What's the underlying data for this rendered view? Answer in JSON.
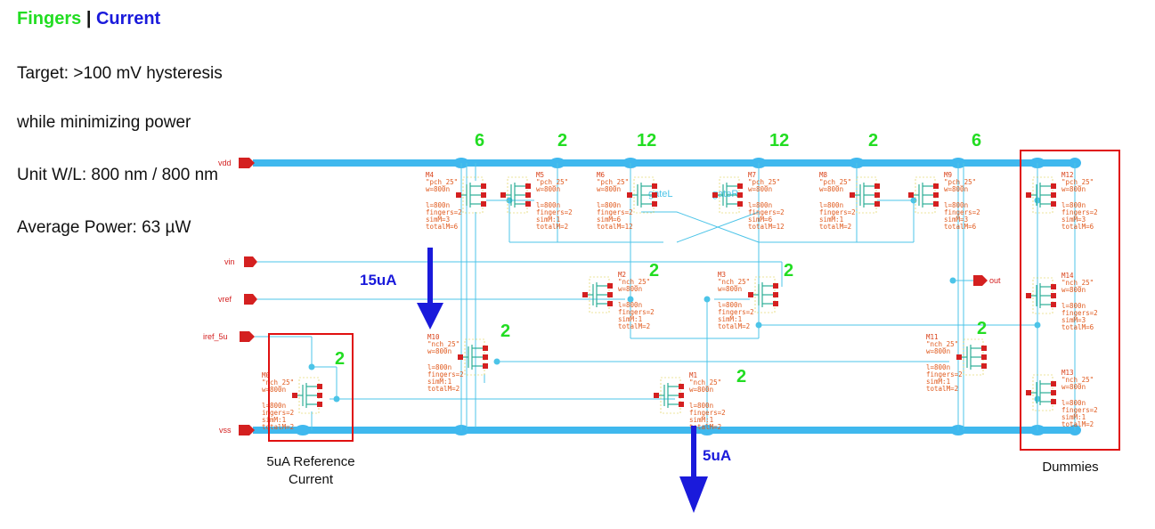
{
  "header": {
    "fingers": "Fingers",
    "separator": "|",
    "current": "Current"
  },
  "notes": {
    "target": "Target: >100 mV hysteresis",
    "power_goal": "while minimizing power",
    "unit_wl": "Unit W/L: 800 nm / 800 nm",
    "avg_power": "Average Power: 63 µW"
  },
  "pins": {
    "vdd": "vdd",
    "vin": "vin",
    "vref": "vref",
    "iref": "iref_5u",
    "vss": "vss",
    "out": "out"
  },
  "gate_labels": {
    "gateL": "gateL",
    "gateR": "gateR"
  },
  "fingers": {
    "M4": "6",
    "M5": "2",
    "M6": "12",
    "M7": "12",
    "M8": "2",
    "M9": "6",
    "M2": "2",
    "M3": "2",
    "M10": "2",
    "M0": "2",
    "M1": "2",
    "M11": "2"
  },
  "currents": {
    "i15": "15uA",
    "i5": "5uA"
  },
  "boxes": {
    "reference": [
      "5uA Reference",
      "Current"
    ],
    "dummies": "Dummies"
  },
  "transistors": {
    "M4": {
      "name": "M4",
      "model": "\"pch_25\"",
      "w": "w=800n",
      "l": "l=800n",
      "fingers": "fingers=2",
      "simm": "simM=3",
      "total": "totalM=6"
    },
    "M5": {
      "name": "M5",
      "model": "\"pch_25\"",
      "w": "w=800n",
      "l": "l=800n",
      "fingers": "fingers=2",
      "simm": "simM:1",
      "total": "totalM=2"
    },
    "M6": {
      "name": "M6",
      "model": "\"pch_25\"",
      "w": "w=800n",
      "l": "l=800n",
      "fingers": "fingers=2",
      "simm": "simM=6",
      "total": "totalM=12"
    },
    "M7": {
      "name": "M7",
      "model": "\"pch_25\"",
      "w": "w=800n",
      "l": "l=800n",
      "fingers": "fingers=2",
      "simm": "simM=6",
      "total": "totalM=12"
    },
    "M8": {
      "name": "M8",
      "model": "\"pch_25\"",
      "w": "w=800n",
      "l": "l=800n",
      "fingers": "fingers=2",
      "simm": "simM:1",
      "total": "totalM=2"
    },
    "M9": {
      "name": "M9",
      "model": "\"pch_25\"",
      "w": "w=800n",
      "l": "l=800n",
      "fingers": "fingers=2",
      "simm": "simM=3",
      "total": "totalM=6"
    },
    "M2": {
      "name": "M2",
      "model": "\"nch_25\"",
      "w": "w=800n",
      "l": "l=800n",
      "fingers": "fingers=2",
      "simm": "simM:1",
      "total": "totalM=2"
    },
    "M3": {
      "name": "M3",
      "model": "\"nch_25\"",
      "w": "w=800n",
      "l": "l=800n",
      "fingers": "fingers=2",
      "simm": "simM:1",
      "total": "totalM=2"
    },
    "M10": {
      "name": "M10",
      "model": "\"nch_25\"",
      "w": "w=800n",
      "l": "l=800n",
      "fingers": "fingers=2",
      "simm": "simM:1",
      "total": "totalM=2"
    },
    "M0": {
      "name": "M0",
      "model": "\"nch_25\"",
      "w": "w=800n",
      "l": "l=800n",
      "fingers": "ingers=2",
      "simm": "simM:1",
      "total": "totalM=2"
    },
    "M1": {
      "name": "M1",
      "model": "\"nch_25\"",
      "w": "w=800n",
      "l": "l=800n",
      "fingers": "fingers=2",
      "simm": "simM:1",
      "total": "totalM=2"
    },
    "M11": {
      "name": "M11",
      "model": "\"nch_25\"",
      "w": "w=800n",
      "l": "l=800n",
      "fingers": "fingers=2",
      "simm": "simM:1",
      "total": "totalM=2"
    },
    "M12": {
      "name": "M12",
      "model": "\"pch_25\"",
      "w": "w=800n",
      "l": "l=800n",
      "fingers": "fingers=2",
      "simm": "simM=3",
      "total": "totalM=6"
    },
    "M14": {
      "name": "M14",
      "model": "\"nch_25\"",
      "w": "w=800n",
      "l": "l=800n",
      "fingers": "fingers=2",
      "simm": "simM=3",
      "total": "totalM=6"
    },
    "M13": {
      "name": "M13",
      "model": "\"nch_25\"",
      "w": "w=800n",
      "l": "l=800n",
      "fingers": "fingers=2",
      "simm": "simM:1",
      "total": "totalM=2"
    }
  },
  "colors": {
    "rail": "#3fb8ee",
    "wire": "#4cc4e8",
    "pin": "#d42020",
    "device": "#2cae96",
    "param": "#e05a1e",
    "fingers": "#22dd22",
    "current": "#1a1adb",
    "box": "#e01010"
  }
}
